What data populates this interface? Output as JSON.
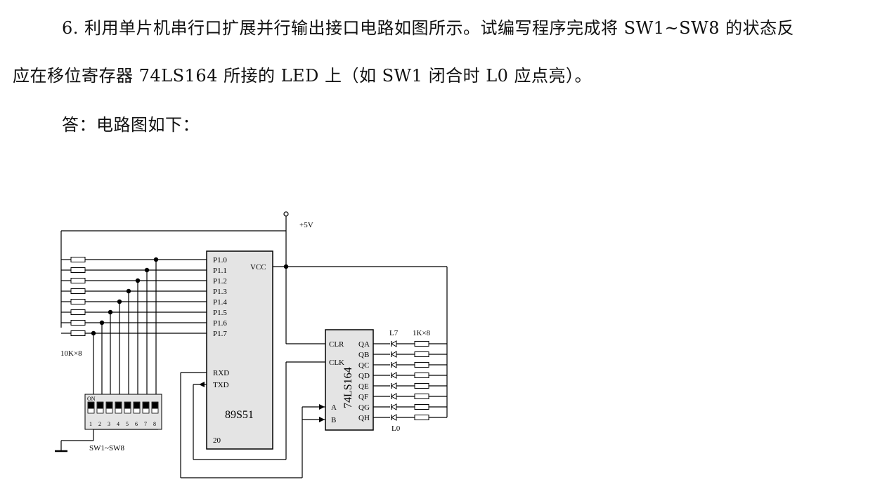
{
  "text": {
    "line1": "6. 利用单片机串行口扩展并行输出接口电路如图所示。试编写程序完成将 SW1~SW8 的状态反",
    "line2": "应在移位寄存器 74LS164 所接的 LED 上（如 SW1 闭合时 L0 应点亮）。",
    "line3": "答：电路图如下："
  },
  "circuit": {
    "supply_label": "+5V",
    "mcu": {
      "name": "89S51",
      "port_pins": [
        "P1.0",
        "P1.1",
        "P1.2",
        "P1.3",
        "P1.4",
        "P1.5",
        "P1.6",
        "P1.7"
      ],
      "vcc": "VCC",
      "rxd": "RXD",
      "txd": "TXD",
      "pin20": "20"
    },
    "shift_register": {
      "name": "74LS164",
      "clr": "CLR",
      "clk": "CLK",
      "in_a": "A",
      "in_b": "B",
      "outputs": [
        "QA",
        "QB",
        "QC",
        "QD",
        "QE",
        "QF",
        "QG",
        "QH"
      ]
    },
    "pullup_label": "10K×8",
    "led_top_label": "L7",
    "led_bottom_label": "L0",
    "resistor_label": "1K×8",
    "dip": {
      "on_label": "ON",
      "numbers": [
        "1",
        "2",
        "3",
        "4",
        "5",
        "6",
        "7",
        "8"
      ],
      "label": "SW1~SW8"
    }
  }
}
